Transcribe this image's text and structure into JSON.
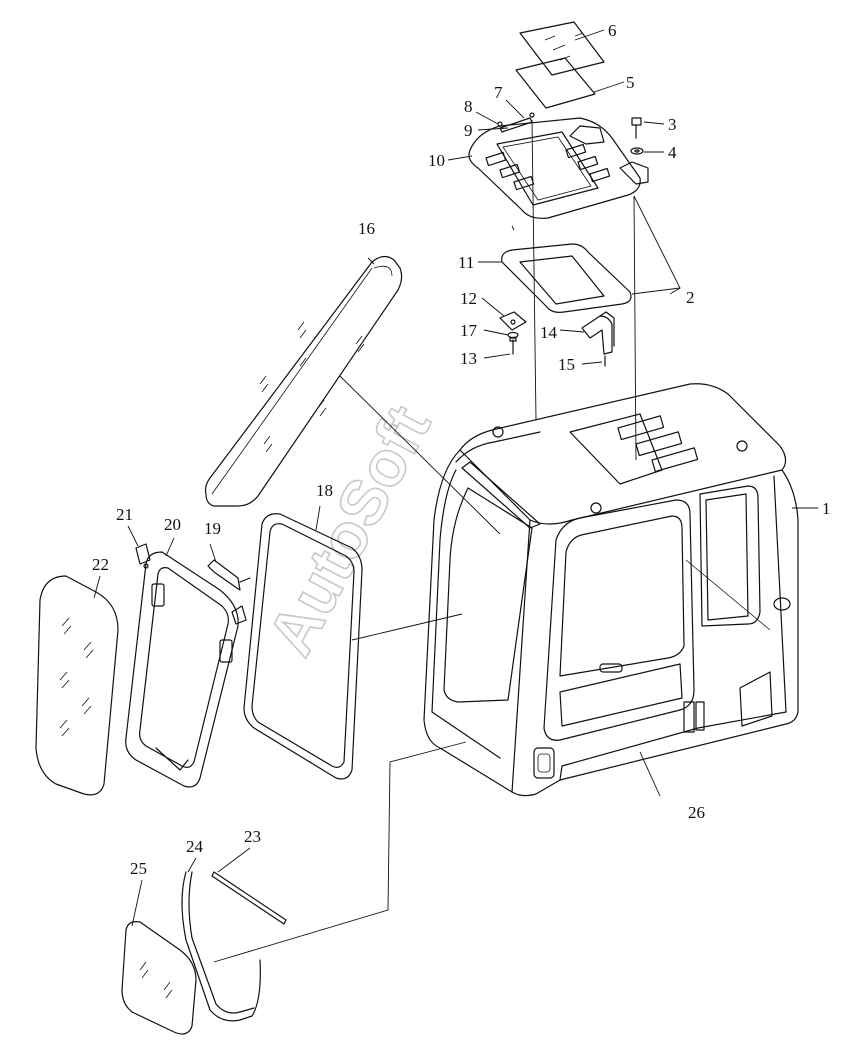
{
  "watermark": "AutoSoft",
  "callouts": [
    {
      "id": "1",
      "label": "1"
    },
    {
      "id": "2",
      "label": "2"
    },
    {
      "id": "3",
      "label": "3"
    },
    {
      "id": "4",
      "label": "4"
    },
    {
      "id": "5",
      "label": "5"
    },
    {
      "id": "6",
      "label": "6"
    },
    {
      "id": "7",
      "label": "7"
    },
    {
      "id": "8",
      "label": "8"
    },
    {
      "id": "9",
      "label": "9"
    },
    {
      "id": "10",
      "label": "10"
    },
    {
      "id": "11",
      "label": "11"
    },
    {
      "id": "12",
      "label": "12"
    },
    {
      "id": "13",
      "label": "13"
    },
    {
      "id": "14",
      "label": "14"
    },
    {
      "id": "15",
      "label": "15"
    },
    {
      "id": "16",
      "label": "16"
    },
    {
      "id": "17",
      "label": "17"
    },
    {
      "id": "18",
      "label": "18"
    },
    {
      "id": "19",
      "label": "19"
    },
    {
      "id": "20",
      "label": "20"
    },
    {
      "id": "21",
      "label": "21"
    },
    {
      "id": "22",
      "label": "22"
    },
    {
      "id": "23",
      "label": "23"
    },
    {
      "id": "24",
      "label": "24"
    },
    {
      "id": "25",
      "label": "25"
    },
    {
      "id": "26",
      "label": "26"
    }
  ]
}
